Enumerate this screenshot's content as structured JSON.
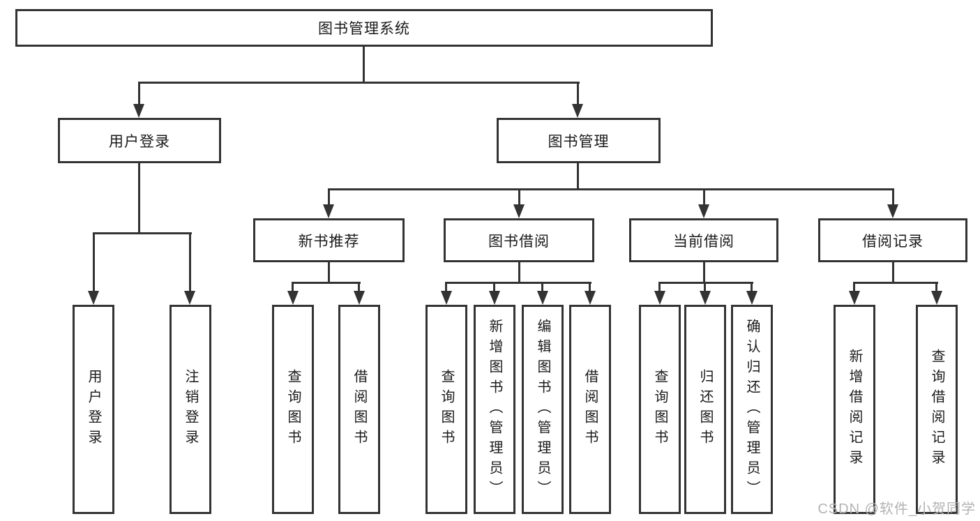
{
  "diagram": {
    "watermark": "CSDN @软件_小贺同学",
    "colors": {
      "line": "#333333",
      "box_border": "#333333",
      "box_fill": "#ffffff",
      "text": "#1a1a1a",
      "watermark": "#b3b3b3",
      "background": "#ffffff"
    },
    "tree": {
      "label": "图书管理系统",
      "children": [
        {
          "label": "用户登录",
          "children": [
            {
              "label": "用户登录"
            },
            {
              "label": "注销登录"
            }
          ]
        },
        {
          "label": "图书管理",
          "children": [
            {
              "label": "新书推荐",
              "children": [
                {
                  "label": "查询图书"
                },
                {
                  "label": "借阅图书"
                }
              ]
            },
            {
              "label": "图书借阅",
              "children": [
                {
                  "label": "查询图书"
                },
                {
                  "label": "新增图书（管理员）"
                },
                {
                  "label": "编辑图书（管理员）"
                },
                {
                  "label": "借阅图书"
                }
              ]
            },
            {
              "label": "当前借阅",
              "children": [
                {
                  "label": "查询图书"
                },
                {
                  "label": "归还图书"
                },
                {
                  "label": "确认归还（管理员）"
                }
              ]
            },
            {
              "label": "借阅记录",
              "children": [
                {
                  "label": "新增借阅记录"
                },
                {
                  "label": "查询借阅记录"
                }
              ]
            }
          ]
        }
      ]
    }
  }
}
